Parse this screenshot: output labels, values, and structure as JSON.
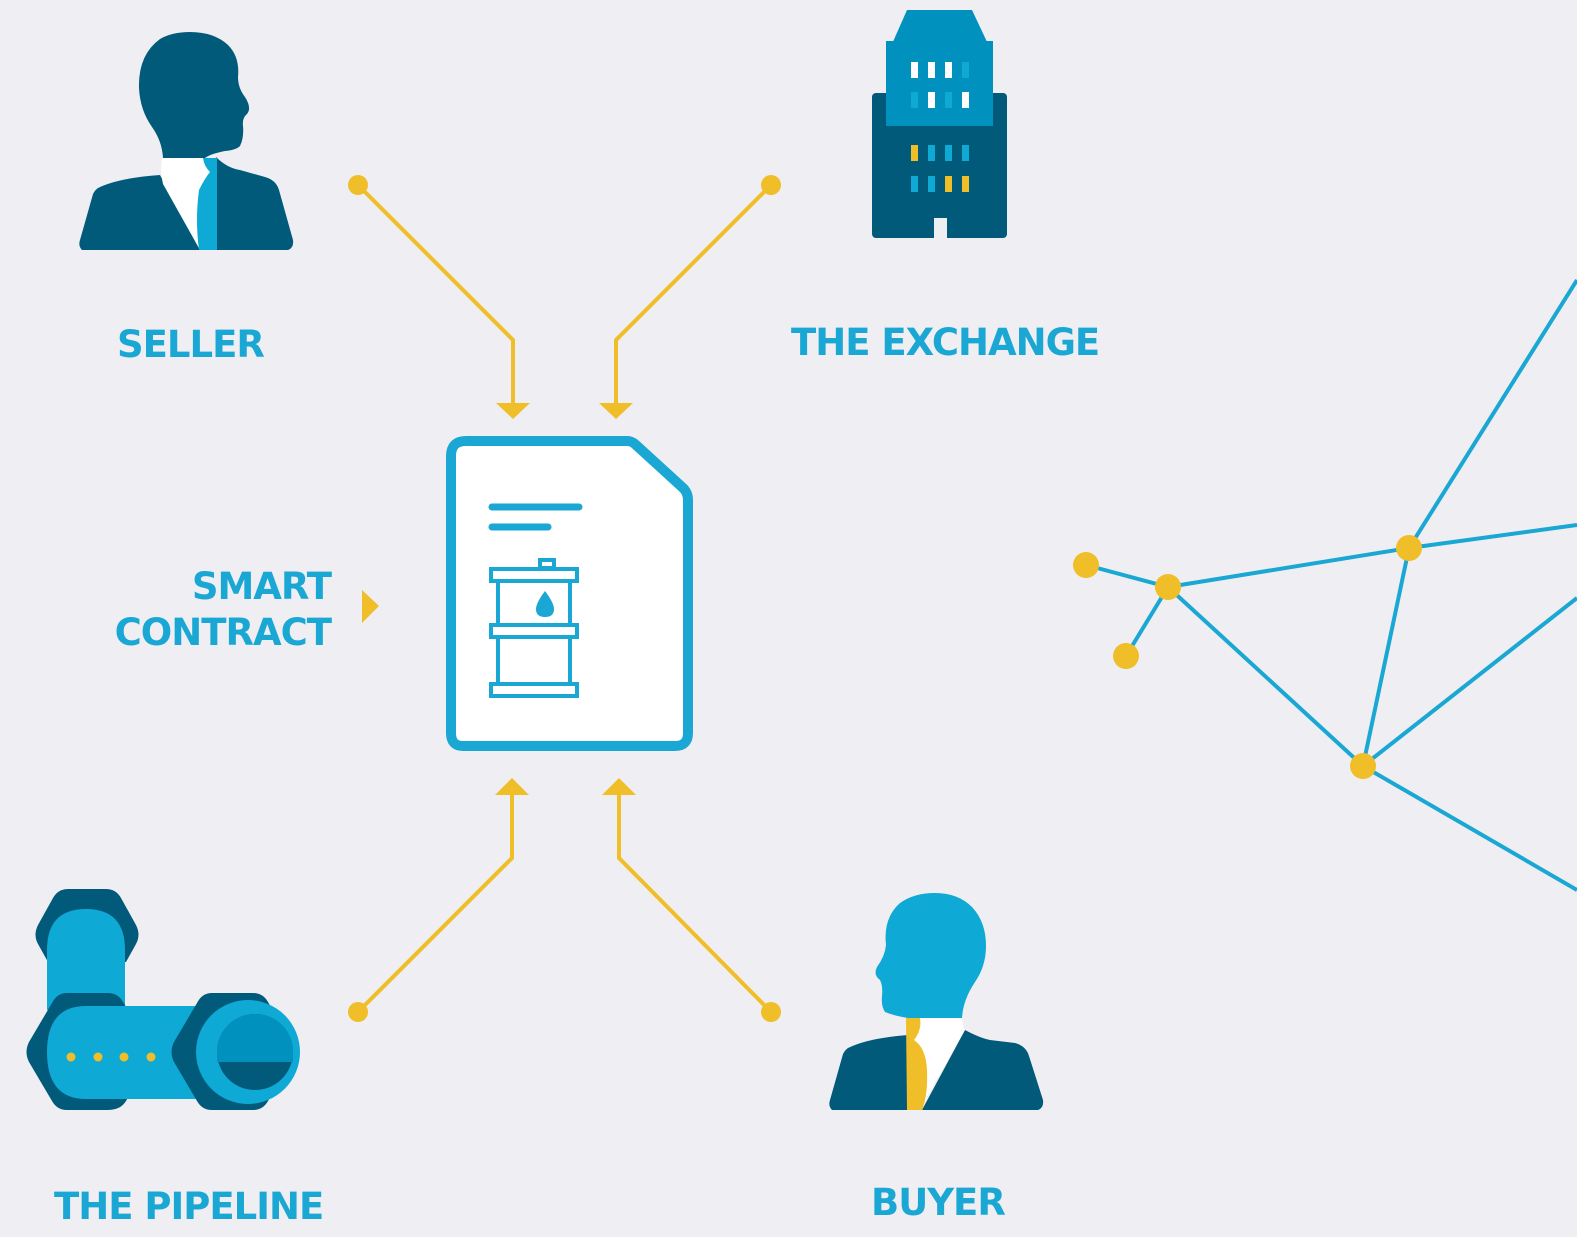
{
  "labels": {
    "seller": "SELLER",
    "exchange": "THE EXCHANGE",
    "smart_contract_line1": "SMART",
    "smart_contract_line2": "CONTRACT",
    "pipeline": "THE PIPELINE",
    "buyer": "BUYER"
  },
  "colors": {
    "background": "#efeff3",
    "label_blue": "#1aa7d4",
    "dark_blue": "#025a7b",
    "light_blue": "#0ea9d4",
    "mid_blue": "#0191be",
    "accent_yellow": "#efbe28",
    "white": "#ffffff"
  },
  "icons": {
    "seller": "businessman-icon",
    "exchange": "building-icon",
    "contract": "document-oil-barrel-icon",
    "pipeline": "pipeline-icon",
    "buyer": "businessman-icon",
    "network": "network-graph-icon"
  }
}
